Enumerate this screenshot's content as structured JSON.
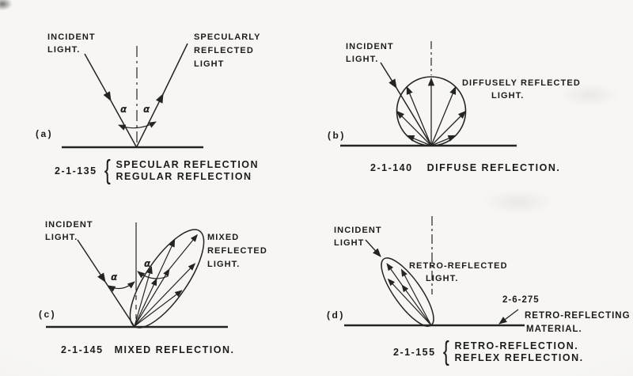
{
  "glyphs": {
    "brace": "{"
  },
  "colors": {
    "ink": "#222222",
    "paper": "#f6f5f2"
  },
  "panels": {
    "a": {
      "label": "(a)",
      "incident_light": [
        "INCIDENT",
        "LIGHT."
      ],
      "reflected_light": [
        "SPECULARLY",
        "REFLECTED",
        "LIGHT"
      ],
      "angle_left": "α",
      "angle_right": "α",
      "ref_number": "2-1-135",
      "caption_lines": [
        "SPECULAR REFLECTION",
        "REGULAR REFLECTION"
      ]
    },
    "b": {
      "label": "(b)",
      "incident_light": [
        "INCIDENT",
        "LIGHT."
      ],
      "reflected_light": [
        "DIFFUSELY  REFLECTED",
        "LIGHT."
      ],
      "ref_number": "2-1-140",
      "caption": "DIFFUSE REFLECTION."
    },
    "c": {
      "label": "(c)",
      "incident_light": [
        "INCIDENT",
        "LIGHT."
      ],
      "reflected_light": [
        "MIXED",
        "REFLECTED",
        "LIGHT."
      ],
      "angle_left": "α",
      "angle_right": "α",
      "ref_number": "2-1-145",
      "caption": "MIXED REFLECTION."
    },
    "d": {
      "label": "(d)",
      "incident_light": [
        "INCIDENT",
        "LIGHT"
      ],
      "reflected_light": [
        "RETRO-REFLECTED",
        "LIGHT."
      ],
      "material_ref_number": "2-6-275",
      "material_lines": [
        "RETRO-REFLECTING",
        "MATERIAL."
      ],
      "ref_number": "2-1-155",
      "caption_lines": [
        "RETRO-REFLECTION.",
        "REFLEX REFLECTION."
      ]
    }
  }
}
